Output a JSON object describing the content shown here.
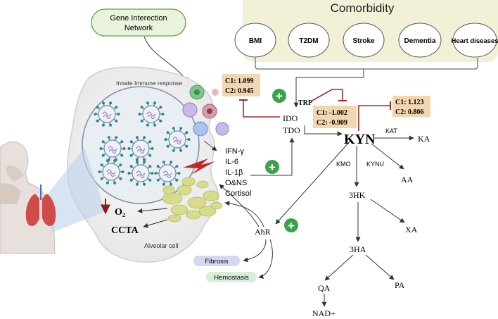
{
  "gene_network": {
    "label_line1": "Gene Interection",
    "label_line2": "Network"
  },
  "comorbidity": {
    "title": "Comorbidity",
    "items": [
      "BMI",
      "T2DM",
      "Stroke",
      "Dementia",
      "Heart diseases"
    ]
  },
  "immune": {
    "innate_label": "Innate Immune response",
    "cytokines": [
      "IFN-γ",
      "IL-6",
      "IL-1β",
      "O&NS",
      "Cortisol"
    ],
    "alveolar_label": "Alveolar cell"
  },
  "enzymes": {
    "ido": "IDO",
    "tdo": "TDO",
    "kat": "KAT",
    "kmo": "KMO",
    "kynu": "KYNU"
  },
  "metabolites": {
    "trp": "TRP",
    "kyn": "KYN",
    "ka": "KA",
    "aa": "AA",
    "hk3": "3HK",
    "xa": "XA",
    "ha3": "3HA",
    "qa": "QA",
    "pa": "PA",
    "nad": "NAD+",
    "ahr": "AhR"
  },
  "outcomes": {
    "o2": "O₂",
    "ccta": "CCTA",
    "fibrosis": "Fibrosis",
    "hemostasis": "Hemostasis"
  },
  "coefficients": {
    "box1": {
      "c1": "C1: 1.099",
      "c2": "C2: 0.945"
    },
    "box2": {
      "c1": "C1: -1.002",
      "c2": "C2: -0.909"
    },
    "box3": {
      "c1": "C1: 1.123",
      "c2": "C2: 0.806"
    }
  },
  "plus_sign": "+",
  "colors": {
    "comorbidity_bg": "#f3f0d8",
    "coef_box": "#f1d6b0",
    "inhibit": "#a12a2a",
    "plus": "#3aa24a",
    "virus": "#3c9a93",
    "lung": "#d24b4b",
    "fibrosis_bg": "#d5d9ef",
    "hemostasis_bg": "#d7efd9"
  }
}
